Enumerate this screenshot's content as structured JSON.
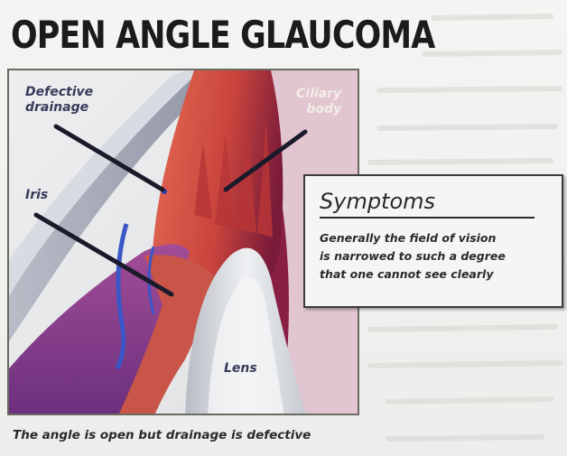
{
  "title": "OPEN ANGLE GLAUCOMA",
  "labels": {
    "defective_drainage": [
      "Defective",
      "drainage"
    ],
    "ciliary_body": [
      "Ciliary",
      "body"
    ],
    "iris": "Iris",
    "lens": "Lens"
  },
  "symptoms": {
    "heading": "Symptoms",
    "lines": [
      "Generally the field of vision",
      "is narrowed to such a degree",
      "that one cannot see clearly"
    ]
  },
  "caption": "The angle is open but drainage is defective",
  "colors": {
    "text": "#2a2a2a",
    "ciliary": "#c8473f",
    "iris": "#8b3a8a",
    "lens": "#cfd3d8",
    "sclera": "#a9adb8",
    "pointer": "#1a1a2a"
  },
  "icons": [
    "eye-anatomy-illustration"
  ]
}
